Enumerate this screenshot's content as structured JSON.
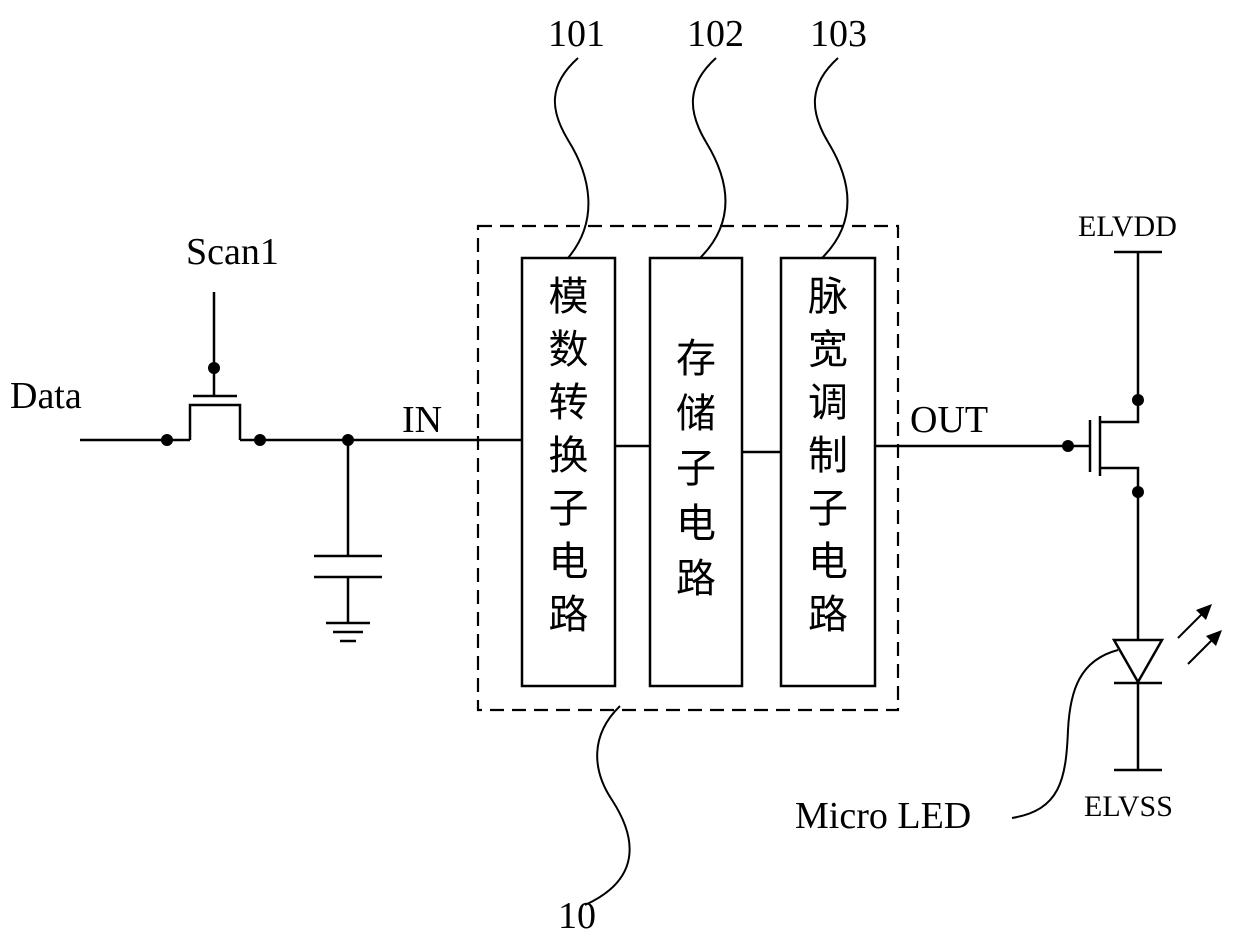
{
  "labels": {
    "data": "Data",
    "scan1": "Scan1",
    "in": "IN",
    "out": "OUT",
    "elvdd": "ELVDD",
    "elvss": "ELVSS",
    "micro_led": "Micro LED"
  },
  "reference_numerals": {
    "block_101": "101",
    "block_102": "102",
    "block_103": "103",
    "module_10": "10"
  },
  "blocks": [
    {
      "id": "101",
      "chars": [
        "模",
        "数",
        "转",
        "换",
        "子",
        "电",
        "路"
      ]
    },
    {
      "id": "102",
      "chars": [
        "存",
        "储",
        "子",
        "电",
        "路"
      ]
    },
    {
      "id": "103",
      "chars": [
        "脉",
        "宽",
        "调",
        "制",
        "子",
        "电",
        "路"
      ]
    }
  ]
}
